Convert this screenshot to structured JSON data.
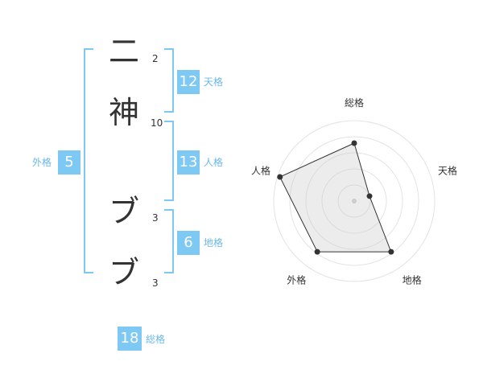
{
  "name_chars": [
    {
      "char": "二",
      "strokes": "2"
    },
    {
      "char": "神",
      "strokes": "10"
    },
    {
      "char": "ブ",
      "strokes": "3"
    },
    {
      "char": "ブ",
      "strokes": "3"
    }
  ],
  "kakusu": {
    "tenkaku": {
      "value": "12",
      "label": "天格"
    },
    "jinkaku": {
      "value": "13",
      "label": "人格"
    },
    "chikaku": {
      "value": "6",
      "label": "地格"
    },
    "gaikaku": {
      "value": "5",
      "label": "外格"
    },
    "soukaku": {
      "value": "18",
      "label": "総格"
    }
  },
  "colors": {
    "accent": "#7ec8f4",
    "text": "#333333",
    "label": "#6cb8e6"
  },
  "chart_data": {
    "type": "radar",
    "axes": [
      "総格",
      "天格",
      "地格",
      "外格",
      "人格"
    ],
    "values": [
      0.72,
      0.2,
      0.78,
      0.78,
      0.97
    ],
    "range": [
      0,
      1
    ],
    "rings": 5
  }
}
